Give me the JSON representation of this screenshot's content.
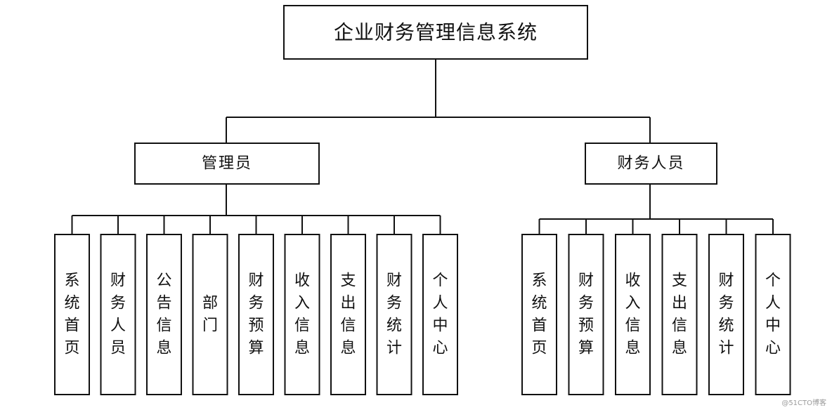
{
  "root": {
    "label": "企业财务管理信息系统"
  },
  "branches": [
    {
      "label": "管理员",
      "children": [
        "系统首页",
        "财务人员",
        "公告信息",
        "部门",
        "财务预算",
        "收入信息",
        "支出信息",
        "财务统计",
        "个人中心"
      ]
    },
    {
      "label": "财务人员",
      "children": [
        "系统首页",
        "财务预算",
        "收入信息",
        "支出信息",
        "财务统计",
        "个人中心"
      ]
    }
  ],
  "watermark": "@51CTO博客"
}
